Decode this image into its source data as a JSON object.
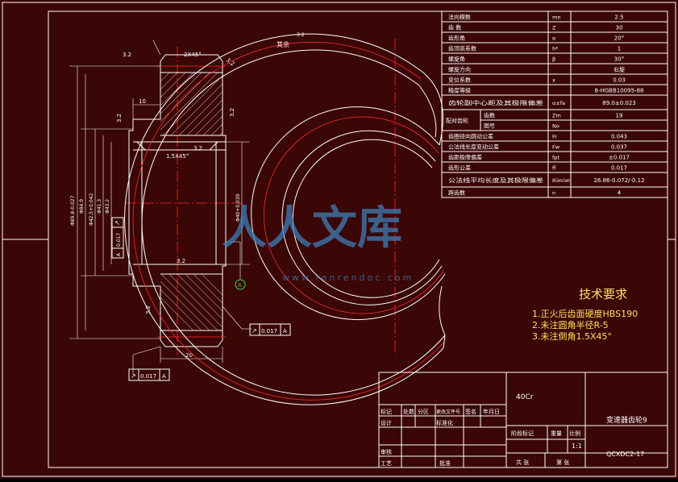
{
  "colors": {
    "background": "#3a0606",
    "line": "#ffffff",
    "centerline": "#ff2a2a",
    "highlight": "#ffe066",
    "watermark": "#3e7fb8"
  },
  "annotations": {
    "chamfer_top": "2X45°",
    "chamfer_inner": "1.5X45°",
    "roughness_main": "3.2",
    "roughness_side_left": "3.2",
    "roughness_right": "3.2",
    "roughness_inner": "3.2",
    "roughness_bottom_inner": "3.2",
    "roughness_bottom_left": "3.2",
    "roughness_top_right": "3.2",
    "dim_hub_width": "10",
    "dim_face_width": "20",
    "dim_d1": "Φ89.8-0.027",
    "dim_d2": "Φ84.9",
    "dim_d3": "Φ42.5+0.042",
    "dim_d4": "Φ41.3",
    "dim_d5": "Φ43.2",
    "dim_bore": "Φ40+0.039",
    "tol_runout_symbol": "↗",
    "tol_value": "0.017",
    "tol_datum": "A",
    "datum_mark": "A",
    "rest_label": "其余"
  },
  "param_table": [
    {
      "label": "法向模数",
      "symbol": "mn",
      "value": "2.5"
    },
    {
      "label": "齿 数",
      "symbol": "Z",
      "value": "30"
    },
    {
      "label": "齿形角",
      "symbol": "α",
      "value": "20°"
    },
    {
      "label": "齿顶高系数",
      "symbol": "h*",
      "value": "1"
    },
    {
      "label": "螺旋角",
      "symbol": "β",
      "value": "30°"
    },
    {
      "label": "螺旋方向",
      "symbol": "",
      "value": "右旋"
    },
    {
      "label": "变位系数",
      "symbol": "x",
      "value": "0.03"
    },
    {
      "label": "精度等级",
      "symbol": "",
      "value": "8-HGBB10095-88"
    },
    {
      "label": "齿轮副中心距及其极限偏差",
      "symbol": "α±fa",
      "value": "89.0±0.023"
    },
    {
      "group": "配对齿轮",
      "label": "齿数",
      "symbol": "Zm",
      "value": "19"
    },
    {
      "group": "配对齿轮",
      "label": "图号",
      "symbol": "No",
      "value": ""
    },
    {
      "label": "齿圈径向跳动公差",
      "symbol": "Fr",
      "value": "0.043"
    },
    {
      "label": "公法线长度变动公差",
      "symbol": "Fw",
      "value": "0.037"
    },
    {
      "label": "齿距极限偏差",
      "symbol": "fpt",
      "value": "±0.017"
    },
    {
      "label": "齿形公差",
      "symbol": "ff",
      "value": "0.017"
    },
    {
      "label": "公法线平均长度及其极限偏差",
      "symbol": "Wk Ewms Ewmi",
      "value": "26.86-0.072/-0.12"
    },
    {
      "label": "跨齿数",
      "symbol": "n",
      "value": "4"
    }
  ],
  "tech_req": {
    "title": "技术要求",
    "items": [
      "1.正火后齿面硬度HBS190",
      "2.未注圆角半径R-5",
      "3.未注倒角1.5X45°"
    ]
  },
  "title_block": {
    "material": "40Cr",
    "part_name": "变速器齿轮9",
    "drawing_no": "QCXDC2-17",
    "scale": "1:1",
    "labels": {
      "mark": "标记",
      "count": "处数",
      "zone": "分区",
      "change_doc": "更改文件号",
      "signature": "签名",
      "date": "年月日",
      "design": "设计",
      "standardize": "标准化",
      "stage_mark": "阶段标记",
      "weight": "重量",
      "scale": "比例",
      "review": "审核",
      "process": "工艺",
      "approve": "批准",
      "total_sheets": "共 张",
      "sheet_no": "第 张"
    }
  },
  "watermark": {
    "text": "人人文库",
    "url": "www.renrendoc.com"
  }
}
